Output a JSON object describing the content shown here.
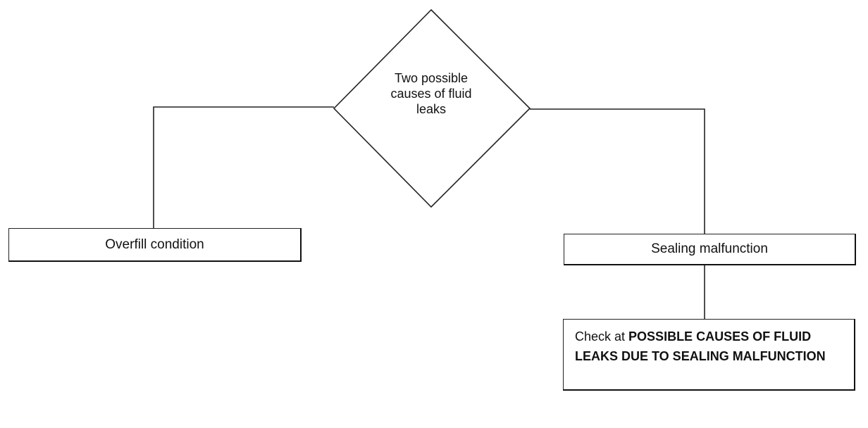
{
  "decision": {
    "text": "Two possible causes of fluid leaks"
  },
  "branches": {
    "left": {
      "label": "Overfill condition"
    },
    "right": {
      "label": "Sealing malfunction"
    }
  },
  "action": {
    "prefix": "Check at ",
    "emphasis": "POSSIBLE CAUSES OF FLUID LEAKS DUE TO SEALING MALFUNCTION"
  }
}
